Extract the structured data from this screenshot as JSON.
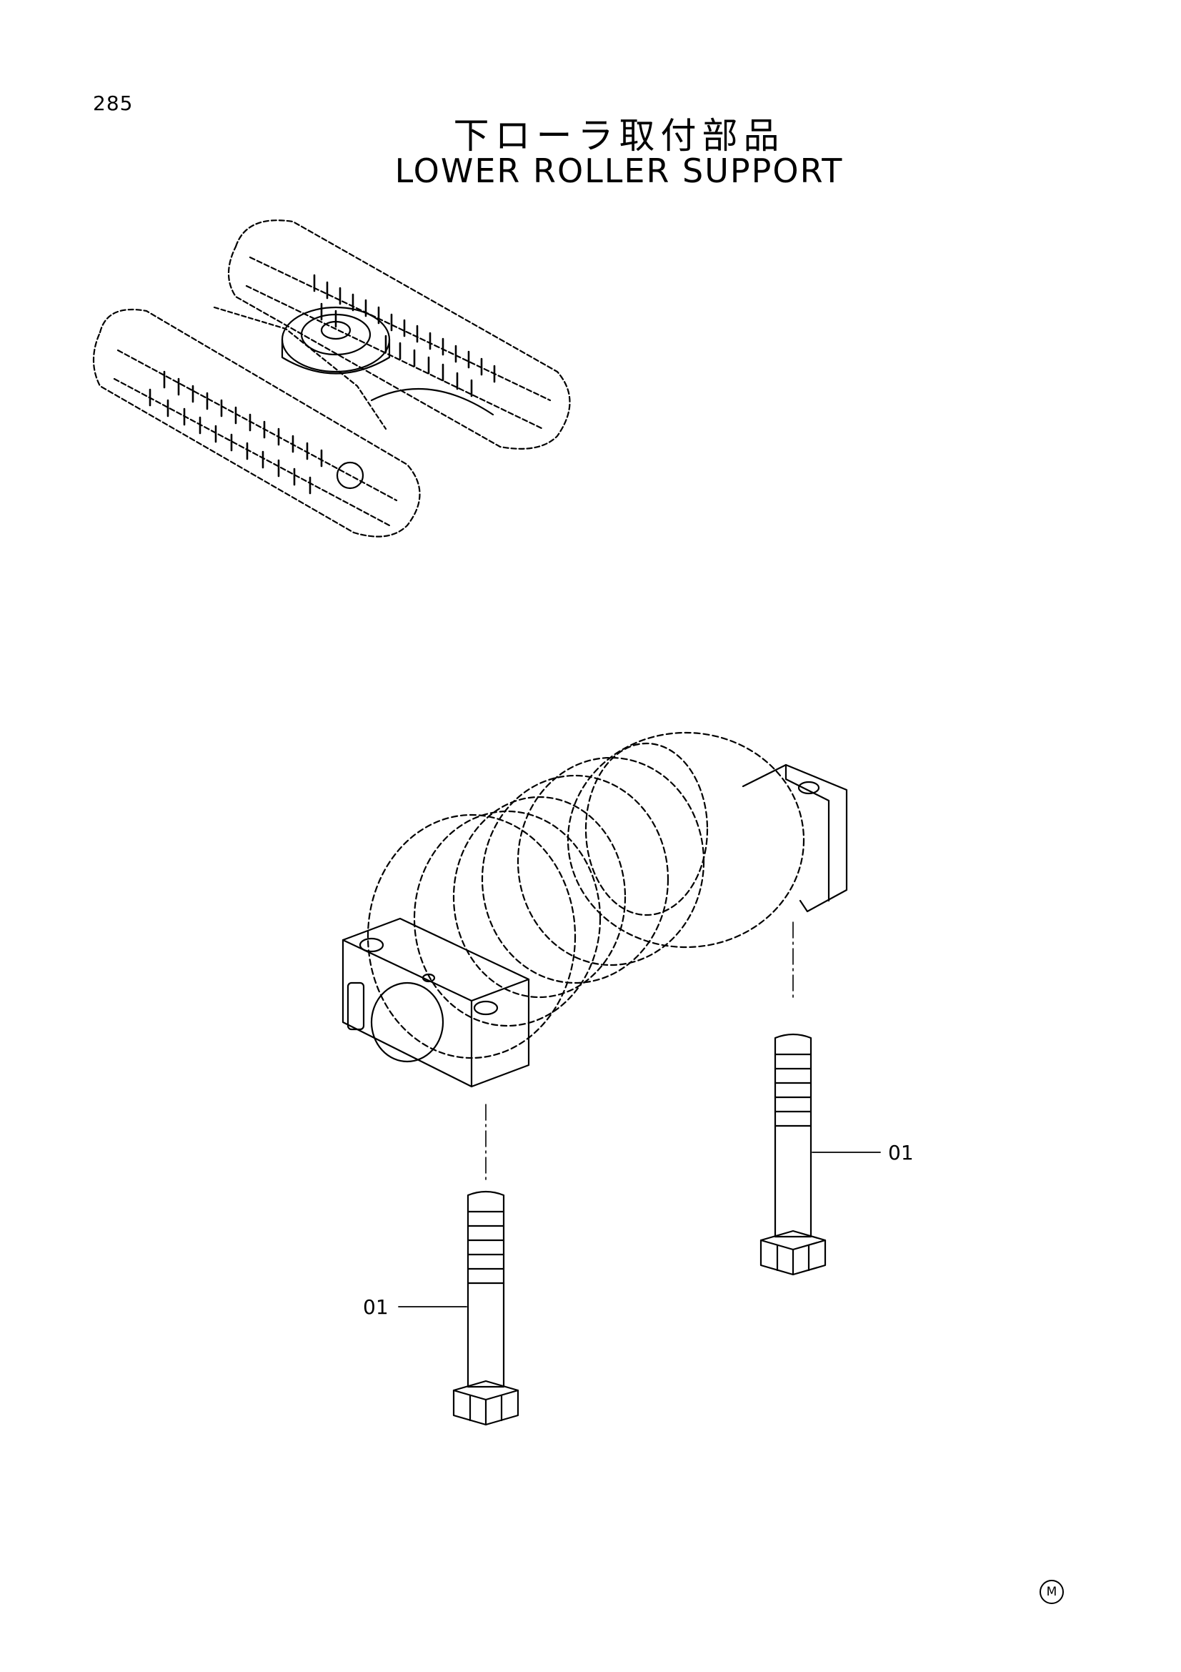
{
  "page_number": "285",
  "title_jp": "下ローラ取付部品",
  "title_en": "LOWER ROLLER SUPPORT",
  "callouts": [
    {
      "part_no": "01"
    },
    {
      "part_no": "01"
    }
  ],
  "mark": "M",
  "colors": {
    "ink": "#000000",
    "paper": "#ffffff"
  }
}
